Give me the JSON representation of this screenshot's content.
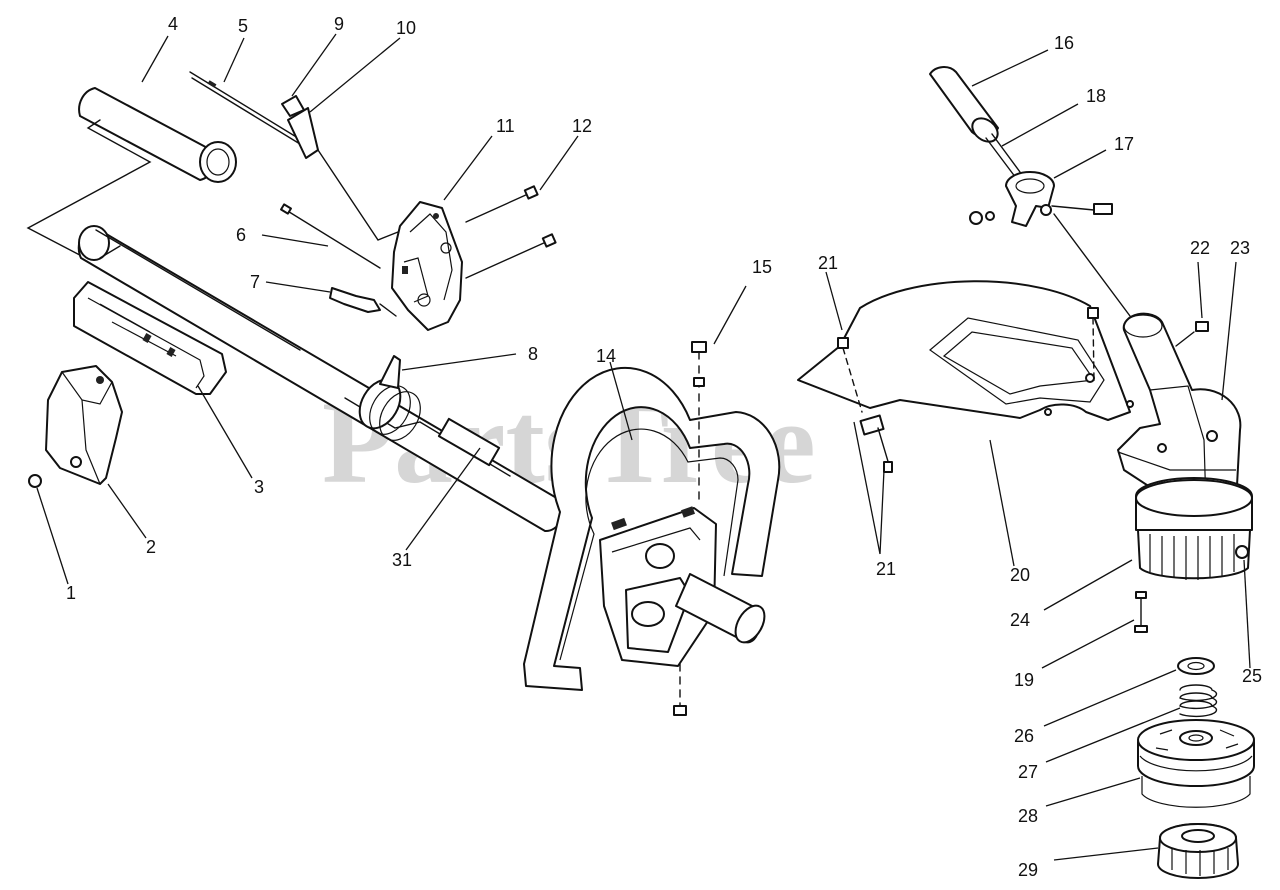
{
  "watermark": {
    "text": "PartsTree",
    "mark": "™"
  },
  "callouts": {
    "c1": "1",
    "c2": "2",
    "c3": "3",
    "c4": "4",
    "c5": "5",
    "c6": "6",
    "c7": "7",
    "c8": "8",
    "c9": "9",
    "c10": "10",
    "c11": "11",
    "c12": "12",
    "c14": "14",
    "c15": "15",
    "c16": "16",
    "c17": "17",
    "c18": "18",
    "c19": "19",
    "c20": "20",
    "c21a": "21",
    "c21b": "21",
    "c22": "22",
    "c23": "23",
    "c24": "24",
    "c25": "25",
    "c26": "26",
    "c27": "27",
    "c28": "28",
    "c29": "29",
    "c31": "31"
  },
  "colors": {
    "line": "#111111",
    "watermark": "#cfcfcf",
    "background": "#ffffff"
  }
}
